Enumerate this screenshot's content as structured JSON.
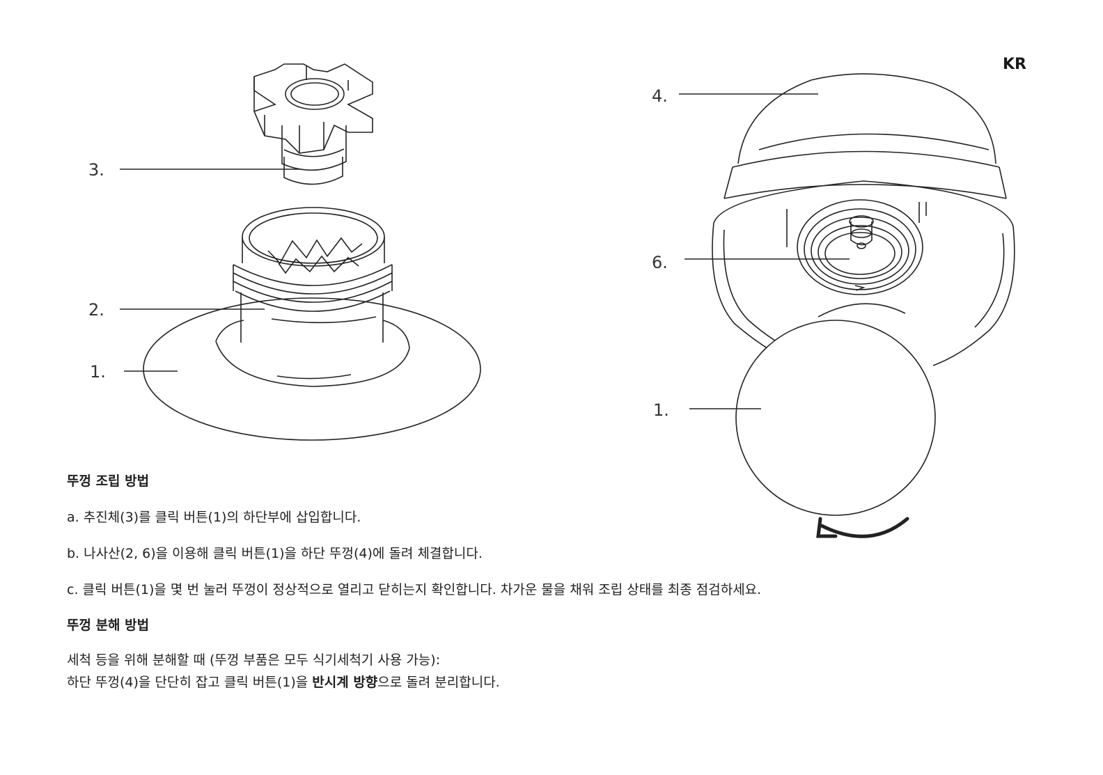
{
  "lang_code": "KR",
  "figure_left": {
    "labels": [
      "3.",
      "2.",
      "1."
    ]
  },
  "figure_right": {
    "labels": [
      "4.",
      "6.",
      "1."
    ]
  },
  "assembly": {
    "heading": "뚜껑 조립 방법",
    "step_a": "a. 추진체(3)를 클릭 버튼(1)의 하단부에 삽입합니다.",
    "step_b": "b. 나사산(2, 6)을 이용해 클릭 버튼(1)을 하단 뚜껑(4)에 돌려 체결합니다.",
    "step_c": "c. 클릭 버튼(1)을 몇 번 눌러 뚜껑이 정상적으로 열리고 닫히는지 확인합니다. 차가운 물을 채워 조립 상태를 최종 점검하세요."
  },
  "disassembly": {
    "heading": "뚜껑 분해 방법",
    "line1": "세척 등을 위해 분해할 때 (뚜껑 부품은 모두 식기세척기 사용 가능):",
    "line2_pre": "하단 뚜껑(4)을 단단히 잡고 클릭 버튼(1)을 ",
    "line2_bold": "반시계 방향",
    "line2_post": "으로 돌려 분리합니다."
  }
}
